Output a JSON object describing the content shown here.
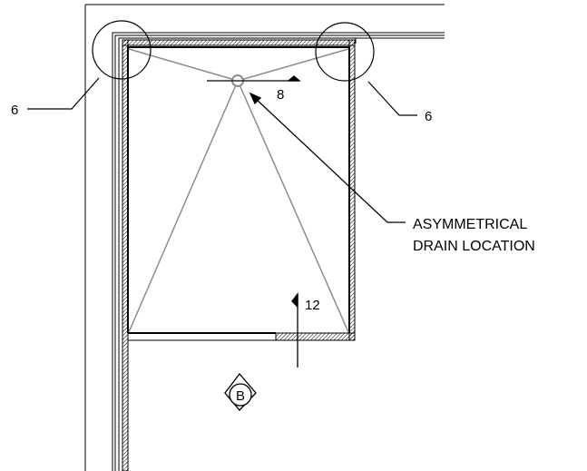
{
  "diagram": {
    "callouts": {
      "corner_left": "6",
      "corner_right": "6",
      "drain_section": "8",
      "threshold_section": "12",
      "elevation_marker": "B"
    },
    "note": {
      "line1": "ASYMMETRICAL",
      "line2": "DRAIN  LOCATION"
    },
    "colors": {
      "linework": "#000000",
      "slope_lines": "#8c8c8c",
      "wall_hatch": "#000000"
    }
  }
}
